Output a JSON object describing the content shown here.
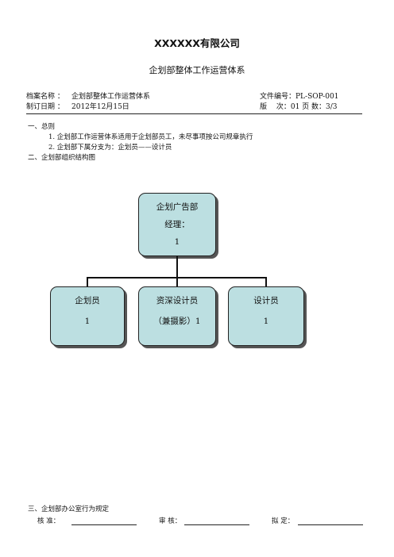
{
  "header": {
    "company": "XXXXXX有限公司",
    "doc_title": "企划部整体工作运营体系"
  },
  "meta": {
    "archive_label": "档案名称 ：",
    "archive_value": "企划部整体工作运营体系",
    "date_label": "制订日期 ：",
    "date_value": "2012年12月15日",
    "file_no": "文件编号：PL-SOP-001",
    "version": "版　 次：01 页 数：3/3"
  },
  "body": {
    "sec1": "一、总则",
    "item1": "1. 企划部工作运营体系适用于企划部员工，未尽事项按公司规章执行",
    "item2": "2. 企划部下属分支为：企划员——设计员",
    "sec2": "二、企划部组织结构图",
    "sec3": "三、企划部办公室行为规定"
  },
  "org": {
    "top": {
      "line1": "企划广告部",
      "line2": "经理：",
      "line3": "1"
    },
    "children": [
      {
        "line1": "企划员",
        "line2": "1"
      },
      {
        "line1": "资深设计员",
        "line2": "（兼摄影）1"
      },
      {
        "line1": "设计员",
        "line2": "1"
      }
    ]
  },
  "sign": {
    "approve": "核 准：",
    "review": "审 核：",
    "draft": "拟 定："
  }
}
